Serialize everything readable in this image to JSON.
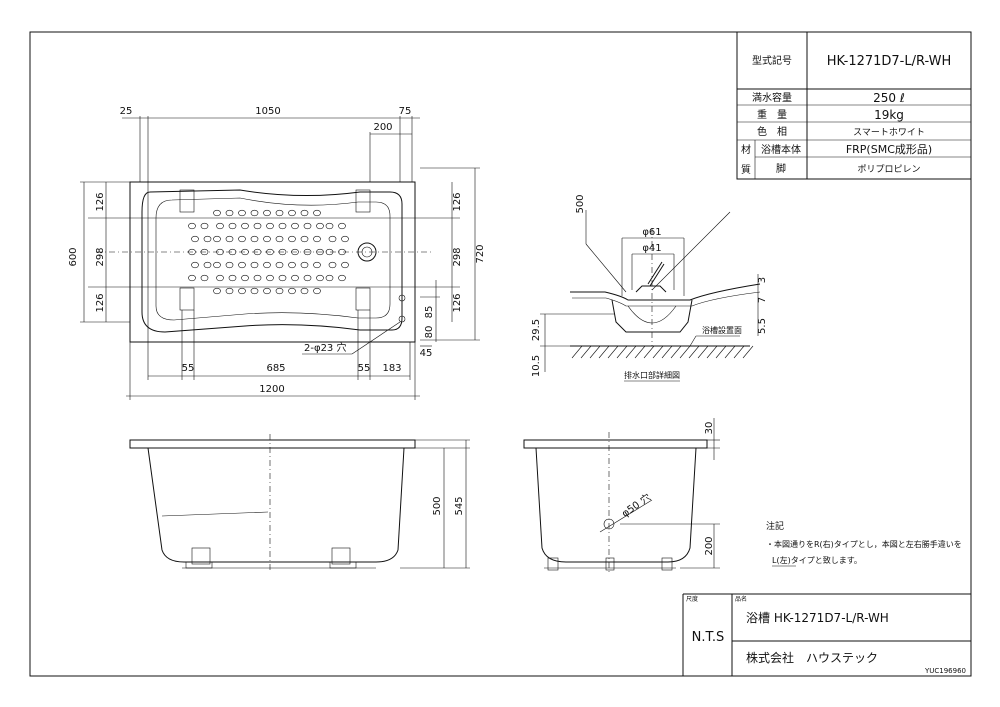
{
  "spec_table": {
    "model_label": "型式記号",
    "model_value": "HK-1271D7-L/R-WH",
    "rows": [
      {
        "label": "満水容量",
        "value": "250 ℓ"
      },
      {
        "label": "重　量",
        "value": "19kg"
      },
      {
        "label": "色　相",
        "value": "スマートホワイト"
      }
    ],
    "material_label": "材質",
    "material_char_1": "材",
    "material_char_2": "質",
    "material_rows": [
      {
        "label": "浴槽本体",
        "value": "FRP(SMC成形品)"
      },
      {
        "label": "脚",
        "value": "ポリプロピレン"
      }
    ]
  },
  "plan_dims": {
    "top": [
      "25",
      "1050",
      "75",
      "200"
    ],
    "left": [
      "600",
      "126",
      "298",
      "126"
    ],
    "right": [
      "126",
      "298",
      "126",
      "720"
    ],
    "right_small": [
      "85",
      "80",
      "45"
    ],
    "bottom": [
      "55",
      "685",
      "55",
      "183"
    ],
    "total": "1200",
    "hole": "2-φ23 穴"
  },
  "detail": {
    "dims": [
      "500",
      "φ61",
      "φ41",
      "3",
      "7",
      "5.5",
      "29.5",
      "10.5"
    ],
    "floor_label": "浴槽設置面",
    "caption": "排水口部詳細図"
  },
  "front_dims": [
    "500",
    "545"
  ],
  "side_dims": [
    "30",
    "φ50 穴",
    "200"
  ],
  "notes": {
    "title": "注記",
    "line1": "・本図通りをR(右)タイプとし，本図と左右勝手違いを",
    "line2": "L(左)タイプと致します。"
  },
  "title_block": {
    "scale_label": "尺度",
    "scale_value": "N.T.S",
    "name_label": "品名",
    "name_value": "浴槽 HK-1271D7-L/R-WH",
    "company": "株式会社　ハウステック",
    "drawing_number": "YUC196960"
  }
}
